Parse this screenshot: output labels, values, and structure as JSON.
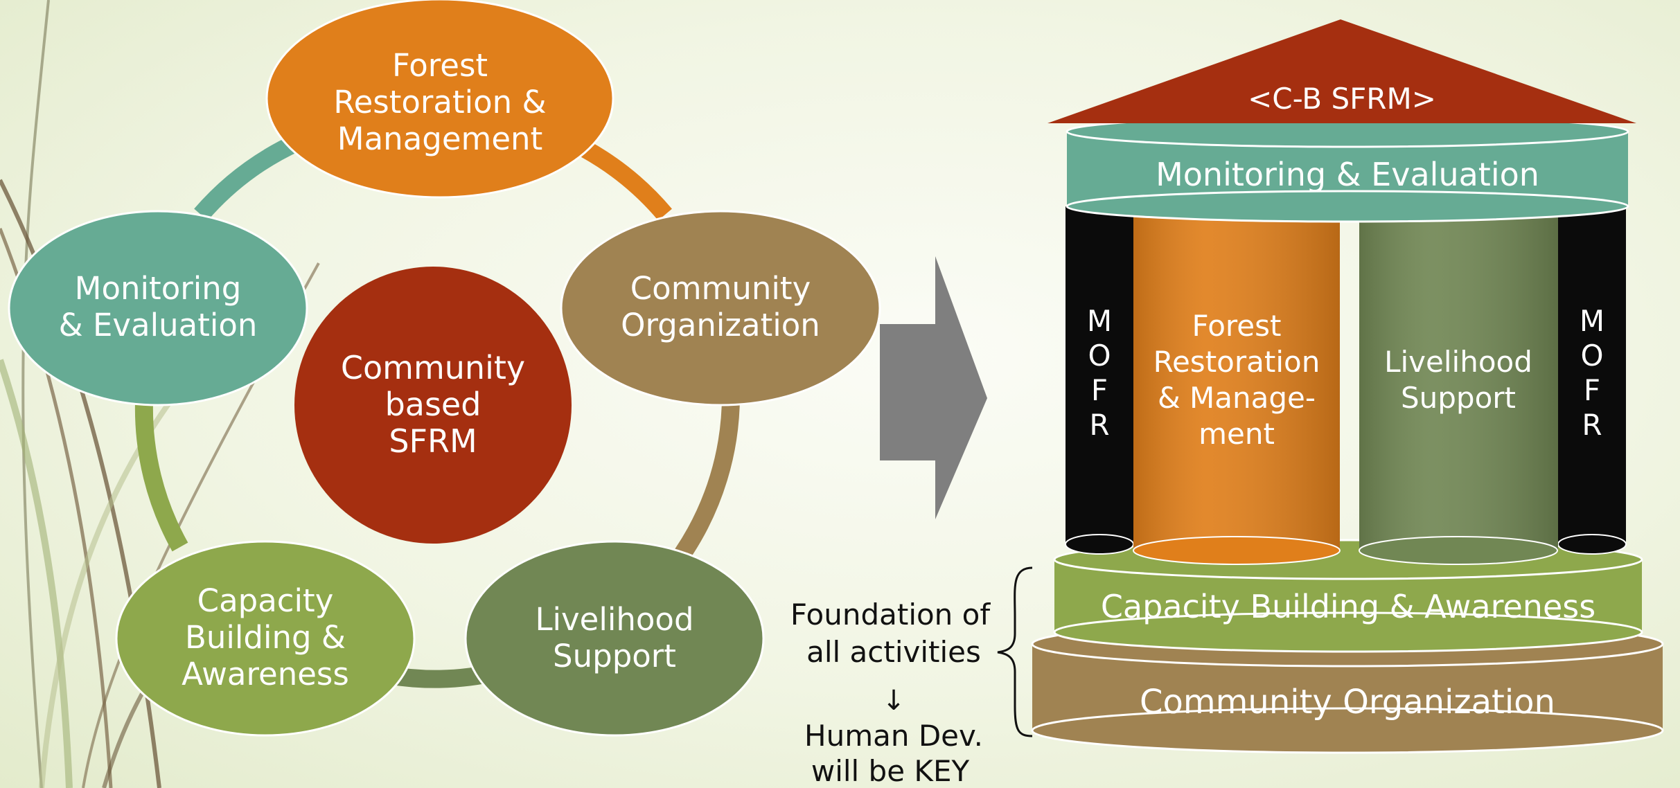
{
  "cycle": {
    "center": [
      "Community",
      "based",
      "SFRM"
    ],
    "forest": [
      "Forest",
      "Restoration &",
      "Management"
    ],
    "community_org": [
      "Community",
      "Organization"
    ],
    "livelihood": [
      "Livelihood",
      "Support"
    ],
    "capacity": [
      "Capacity",
      "Building &",
      "Awareness"
    ],
    "monitoring": [
      "Monitoring",
      "& Evaluation"
    ]
  },
  "temple": {
    "roof": "<C-B SFRM>",
    "beam": "Monitoring & Evaluation",
    "left_pillar": [
      "M",
      "O",
      "F",
      "R"
    ],
    "right_pillar": [
      "M",
      "O",
      "F",
      "R"
    ],
    "forest_pillar": [
      "Forest",
      "Restoration",
      "& Manage-",
      "ment"
    ],
    "livelihood_pillar": [
      "Livelihood",
      "Support"
    ],
    "capacity_base": "Capacity Building & Awareness",
    "community_base": "Community Organization"
  },
  "note": {
    "line1": "Foundation of",
    "line2": "all activities",
    "arrow": "↓",
    "line3": "Human Dev.",
    "line4": "will be KEY"
  },
  "colors": {
    "orange": "#e07f1b",
    "tan": "#a08352",
    "olive": "#718754",
    "lime": "#8ea84c",
    "teal": "#66ab94",
    "red": "#a52f10",
    "black": "#0b0b0b",
    "gray": "#7f7f7f"
  }
}
